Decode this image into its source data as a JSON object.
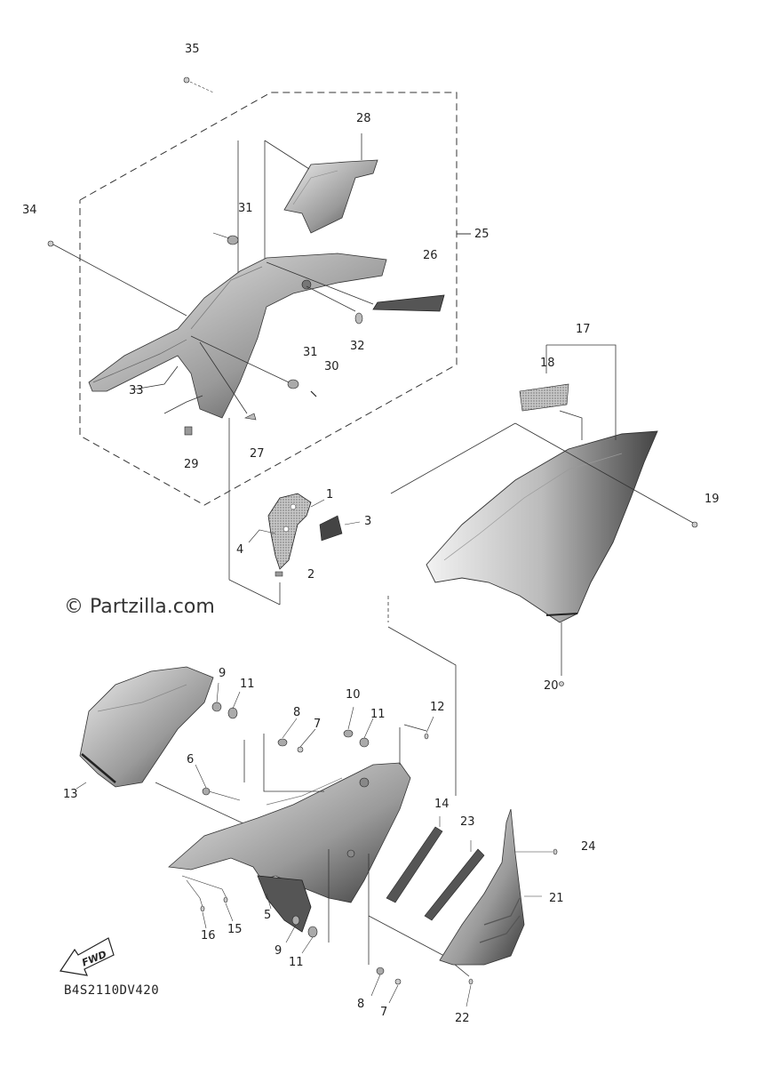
{
  "watermark": "© Partzilla.com",
  "diagram_code": "B4S2110DV420",
  "fwd_label": "FWD",
  "callouts": {
    "c1": "1",
    "c2": "2",
    "c3": "3",
    "c4": "4",
    "c5": "5",
    "c6": "6",
    "c7a": "7",
    "c7b": "7",
    "c8a": "8",
    "c8b": "8",
    "c9a": "9",
    "c9b": "9",
    "c10": "10",
    "c11a": "11",
    "c11b": "11",
    "c11c": "11",
    "c12": "12",
    "c13": "13",
    "c14": "14",
    "c15": "15",
    "c16": "16",
    "c17": "17",
    "c18": "18",
    "c19": "19",
    "c20": "20",
    "c21": "21",
    "c22": "22",
    "c23": "23",
    "c24": "24",
    "c25": "25",
    "c26": "26",
    "c27": "27",
    "c28": "28",
    "c29": "29",
    "c30": "30",
    "c31a": "31",
    "c31b": "31",
    "c32": "32",
    "c33": "33",
    "c34": "34",
    "c35": "35"
  }
}
